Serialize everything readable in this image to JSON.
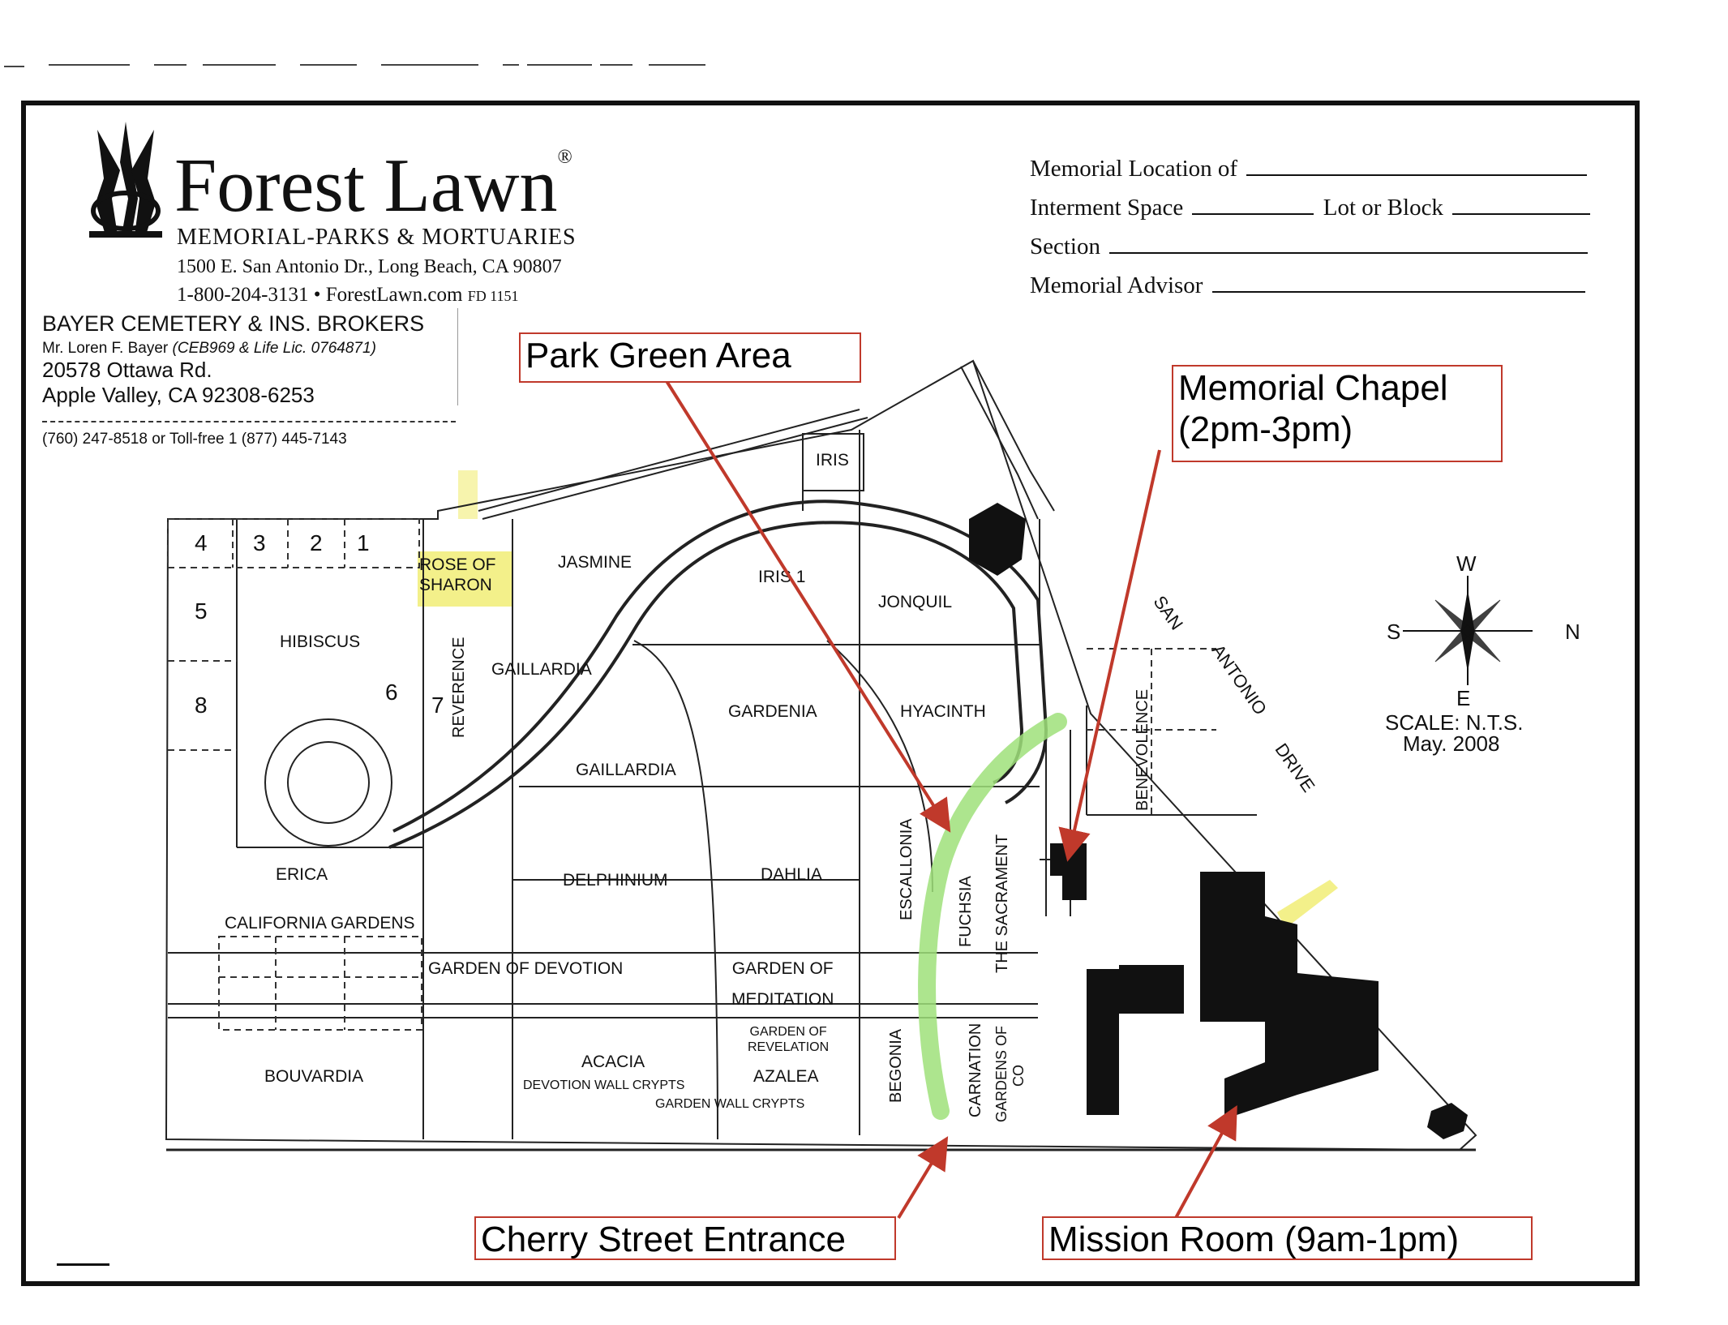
{
  "header": {
    "brand": "Forest Lawn",
    "registered": "®",
    "subtitle": "MEMORIAL-PARKS & MORTUARIES",
    "address": "1500 E. San Antonio Dr., Long Beach, CA 90807",
    "phone_web": "1-800-204-3131 • ForestLawn.com",
    "form_code": "FD 1151"
  },
  "form_fields": {
    "memorial_location": "Memorial Location of",
    "interment_space": "Interment Space",
    "lot_or_block": "Lot or Block",
    "section": "Section",
    "memorial_advisor": "Memorial Advisor"
  },
  "broker": {
    "name": "BAYER CEMETERY & INS. BROKERS",
    "contact": "Mr. Loren F. Bayer",
    "license": "(CEB969 & Life Lic. 0764871)",
    "street": "20578 Ottawa Rd.",
    "city": "Apple Valley, CA   92308-6253",
    "phones": "(760) 247-8518 or Toll-free 1 (877) 445-7143"
  },
  "callouts": {
    "park_green": "Park Green Area",
    "chapel_line1": "Memorial Chapel",
    "chapel_line2": "(2pm-3pm)",
    "cherry": "Cherry Street Entrance",
    "mission": "Mission Room (9am-1pm)"
  },
  "compass": {
    "w": "W",
    "e": "E",
    "s": "S",
    "n": "N",
    "scale": "SCALE:  N.T.S.",
    "date": "May.  2008"
  },
  "street": {
    "san": "SAN",
    "antonio": "ANTONIO",
    "drive": "DRIVE"
  },
  "sections": {
    "iris_top": "IRIS",
    "jasmine": "JASMINE",
    "iris_lot": "IRIS",
    "iris_num": "1",
    "jonquil": "JONQUIL",
    "rose": "ROSE  OF",
    "sharon": "SHARON",
    "hibiscus": "HIBISCUS",
    "gaillardia_top": "GAILLARDIA",
    "gaillardia_mid": "GAILLARDIA",
    "reverence": "REVERENCE",
    "gardenia": "GARDENIA",
    "hyacinth": "HYACINTH",
    "benevolence": "BENEVOLENCE",
    "erica": "ERICA",
    "delphinium": "DELPHINIUM",
    "dahlia": "DAHLIA",
    "escallonia": "ESCALLONIA",
    "fuchsia": "FUCHSIA",
    "sacrament": "THE  SACRAMENT",
    "california": "CALIFORNIA  GARDENS",
    "devotion": "GARDEN  OF  DEVOTION",
    "meditation_1": "GARDEN  OF",
    "meditation_2": "MEDITATION",
    "revelation_1": "GARDEN  OF",
    "revelation_2": "REVELATION",
    "bouvardia": "BOUVARDIA",
    "acacia": "ACACIA",
    "devotion_crypts": "DEVOTION  WALL  CRYPTS",
    "azalea": "AZALEA",
    "garden_crypts": "GARDEN  WALL  CRYPTS",
    "begonia": "BEGONIA",
    "carnation": "CARNATION",
    "gardens_of": "GARDENS  OF",
    "co": "CO"
  },
  "lot_numbers": {
    "n4": "4",
    "n3": "3",
    "n2": "2",
    "n1": "1",
    "n5": "5",
    "n8": "8",
    "n6": "6",
    "n7": "7"
  },
  "colors": {
    "callout_border": "#c0392b",
    "arrow": "#c0392b",
    "green_path": "#9fe07a",
    "highlight": "#f3f08a"
  }
}
